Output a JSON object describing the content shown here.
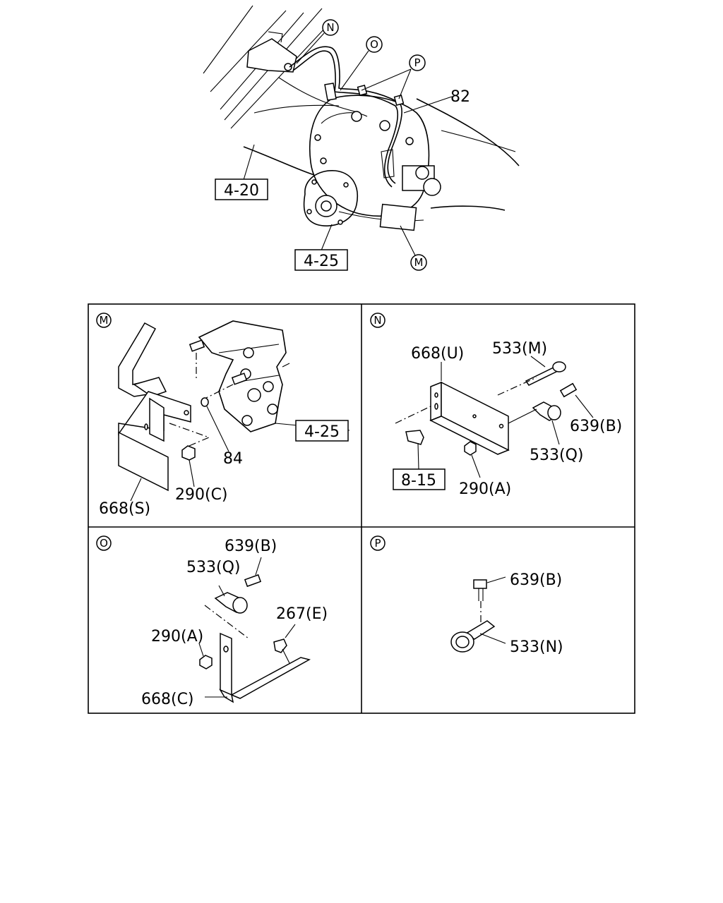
{
  "overview": {
    "callouts": {
      "n": "N",
      "o": "O",
      "p": "P",
      "m": "M",
      "part_82": "82"
    },
    "refs": {
      "ref_4_20": "4-20",
      "ref_4_25": "4-25"
    }
  },
  "panels": {
    "m": {
      "id": "M",
      "labels": {
        "ref_4_25": "4-25",
        "part_84": "84",
        "part_290c": "290(C)",
        "part_668s": "668(S)"
      }
    },
    "n": {
      "id": "N",
      "labels": {
        "part_668u": "668(U)",
        "part_533m": "533(M)",
        "part_639b": "639(B)",
        "part_533q": "533(Q)",
        "part_290a": "290(A)",
        "ref_8_15": "8-15"
      }
    },
    "o": {
      "id": "O",
      "labels": {
        "part_639b": "639(B)",
        "part_533q": "533(Q)",
        "part_267e": "267(E)",
        "part_290a": "290(A)",
        "part_668c": "668(C)"
      }
    },
    "p": {
      "id": "P",
      "labels": {
        "part_639b": "639(B)",
        "part_533n": "533(N)"
      }
    }
  }
}
